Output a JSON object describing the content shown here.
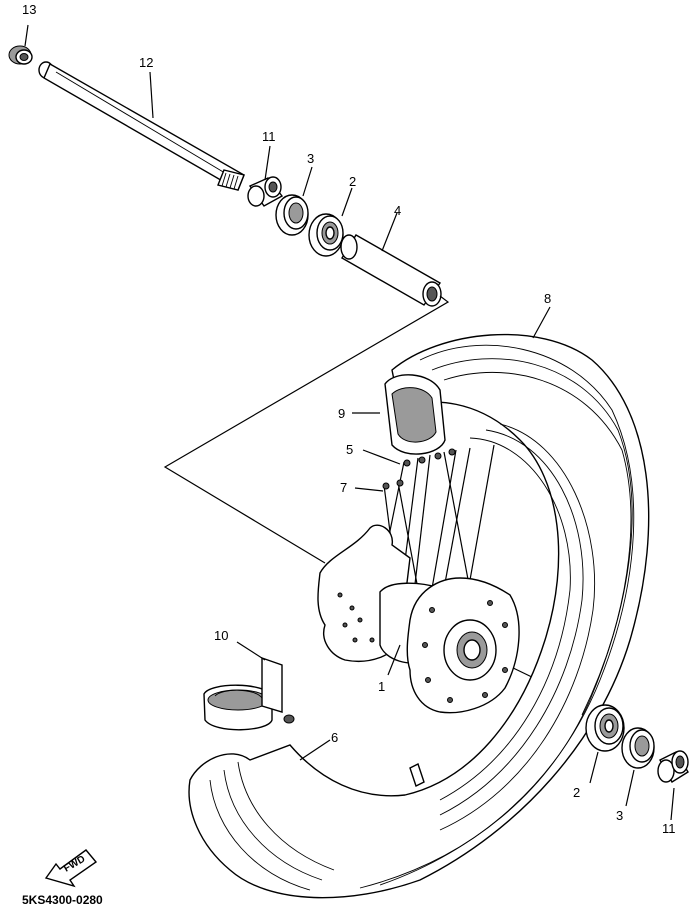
{
  "diagram": {
    "part_numbers": {
      "p1": "1",
      "p2_top": "2",
      "p2_bottom": "2",
      "p3_top": "3",
      "p3_bottom": "3",
      "p4": "4",
      "p5": "5",
      "p6": "6",
      "p7": "7",
      "p8": "8",
      "p9": "9",
      "p10": "10",
      "p11_top": "11",
      "p11_bottom": "11",
      "p12": "12",
      "p13": "13"
    },
    "fwd_label": "FWD",
    "drawing_code": "5KS4300-0280"
  }
}
